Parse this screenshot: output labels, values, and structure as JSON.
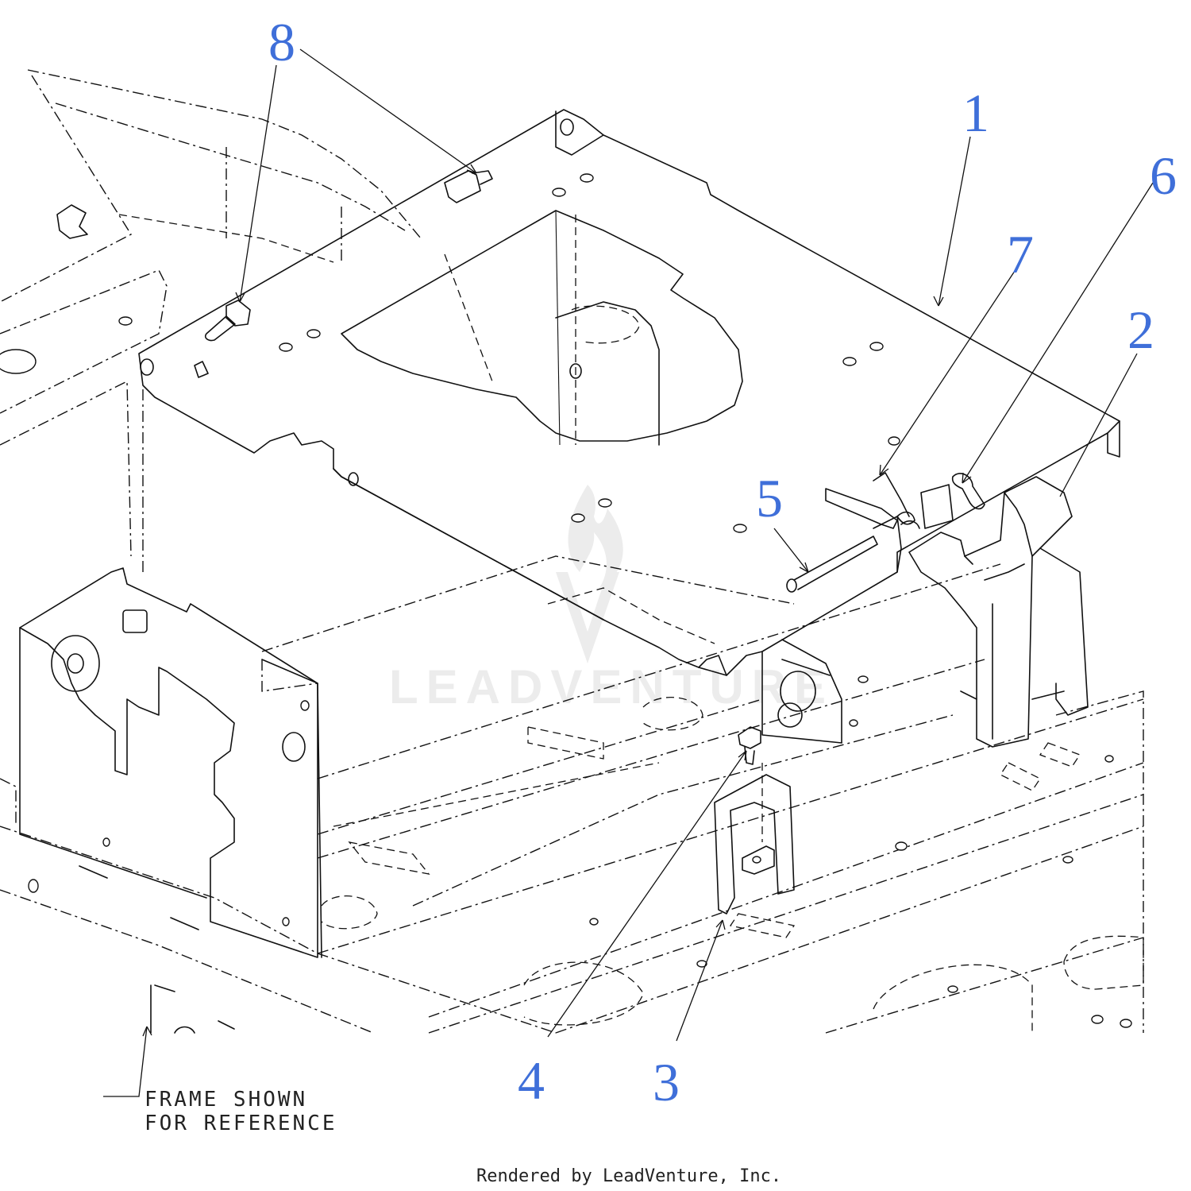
{
  "callouts": [
    {
      "id": "1",
      "label": "1"
    },
    {
      "id": "2",
      "label": "2"
    },
    {
      "id": "3",
      "label": "3"
    },
    {
      "id": "4",
      "label": "4"
    },
    {
      "id": "5",
      "label": "5"
    },
    {
      "id": "6",
      "label": "6"
    },
    {
      "id": "7",
      "label": "7"
    },
    {
      "id": "8",
      "label": "8"
    }
  ],
  "reference_note": {
    "line1": "FRAME SHOWN",
    "line2": "FOR REFERENCE"
  },
  "watermark": "LEADVENTURE",
  "footer": "Rendered by LeadVenture, Inc.",
  "colors": {
    "callout": "#3f6fd9",
    "line": "#111111",
    "background": "#ffffff"
  }
}
